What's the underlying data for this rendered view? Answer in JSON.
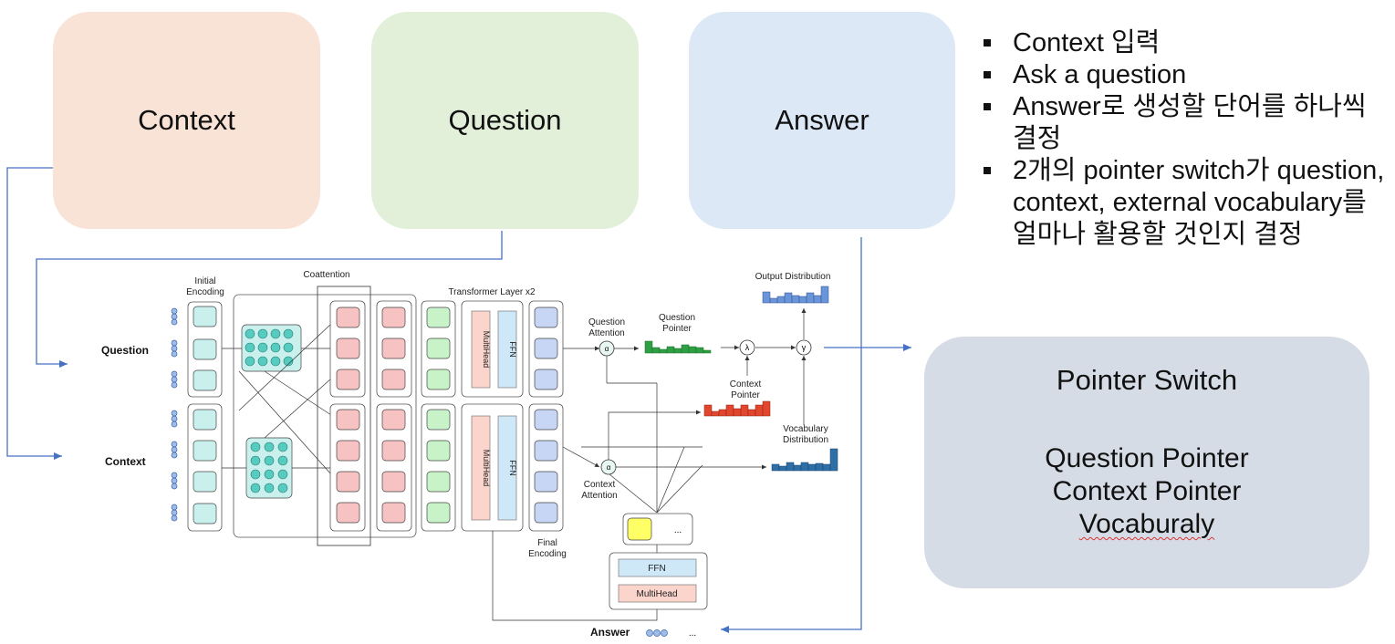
{
  "boxes": {
    "context": "Context",
    "question": "Question",
    "answer": "Answer"
  },
  "bullets": [
    "Context 입력",
    "Ask a question",
    "Answer로 생성할 단어를 하나씩 결정",
    "2개의 pointer switch가 question, context, external vocabulary를 얼마나 활용할 것인지 결정"
  ],
  "pointer_box": {
    "title": "Pointer Switch",
    "items": [
      "Question Pointer",
      "Context Pointer",
      "Vocaburaly"
    ]
  },
  "diagram": {
    "initial_encoding": "Initial\nEncoding",
    "coattention": "Coattention",
    "transformer": "Transformer Layer x2",
    "question_label": "Question",
    "context_label": "Context",
    "answer_label": "Answer",
    "multihead": "MultiHead",
    "ffn": "FFN",
    "question_attention": "Question\nAttention",
    "context_attention": "Context\nAttention",
    "question_pointer": "Question\nPointer",
    "context_pointer": "Context\nPointer",
    "vocabulary_distribution": "Vocabulary\nDistribution",
    "output_distribution": "Output Distribution",
    "final_encoding": "Final\nEncoding",
    "alpha": "α",
    "lambda": "λ",
    "gamma": "γ",
    "ellipsis": "..."
  },
  "colors": {
    "context_box": "#f9e3d6",
    "question_box": "#e2efd9",
    "answer_box": "#dde8f6",
    "pointer_box": "#d6dce5",
    "arrow": "#4472c4",
    "question_pointer_bars": "#2ea043",
    "context_pointer_bars": "#e0472d",
    "vocab_bars": "#2f6fa7",
    "output_bars": "#6a95d8"
  }
}
